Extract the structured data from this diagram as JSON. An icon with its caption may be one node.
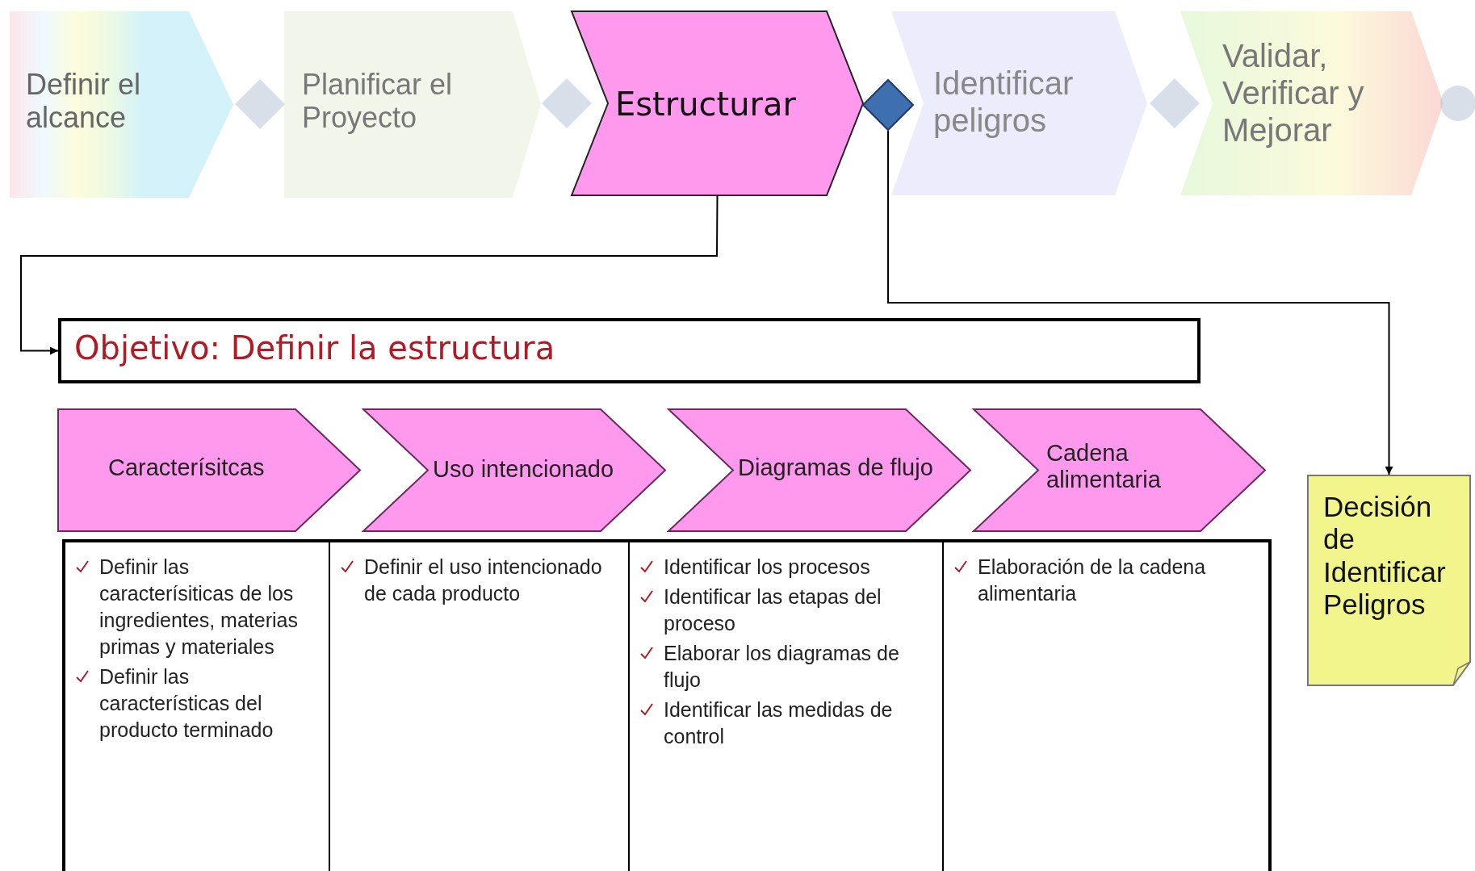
{
  "diagram": {
    "nodes": [
      {
        "text": [
          "Definir el alcance"
        ]
      },
      {
        "text": [],
        "shape": "diamond"
      },
      {
        "text": [
          "Planificar el Proyecto"
        ]
      },
      {
        "text": [],
        "shape": "diamond"
      },
      {
        "text": [
          "Estructurar"
        ]
      },
      {
        "text": [],
        "shape": "diamond"
      },
      {
        "text": [
          "Identificar peligros"
        ]
      },
      {
        "text": [],
        "shape": "diamond"
      },
      {
        "text": [
          "Validar, Verificar y Mejorar"
        ]
      },
      {
        "text": [],
        "shape": "circle"
      },
      {
        "text": [
          "Objetivo: Definir la estructura"
        ]
      },
      {
        "text": [
          "Caracterísitcas"
        ]
      },
      {
        "text": [
          "Uso intencionado"
        ]
      },
      {
        "text": [
          "Diagramas de flujo"
        ]
      },
      {
        "text": [
          "Cadena alimentaria"
        ]
      },
      {
        "text": [
          "Decisión de Identificar Peligros"
        ]
      }
    ],
    "edges": [
      {
        "from": 4,
        "to": 10,
        "arrow": "to"
      },
      {
        "from": 5,
        "to": 15,
        "arrow": "to"
      }
    ],
    "labels": [
      "Definir las caracterísiticas de los ingredientes, materias primas y materiales",
      "Definir las características del producto terminado",
      "Definir el uso intencionado de cada producto",
      "Identificar los procesos",
      "Identificar las etapas del proceso",
      "Elaborar los diagramas de flujo",
      "Identificar las medidas de control",
      "Elaboración de la cadena alimentaria"
    ]
  }
}
